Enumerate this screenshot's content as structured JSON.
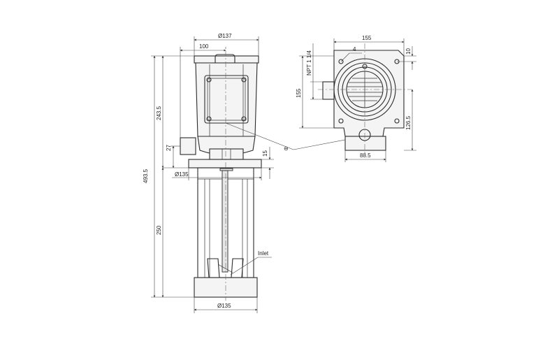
{
  "dimensions": {
    "motor_diameter": "Ø137",
    "motor_offset": "100",
    "base_width": "155",
    "nut_size": "4",
    "bolt_offset": "10",
    "thread": "NPT 1 1/4",
    "front_height": "155",
    "outlet_height": "126.5",
    "foot_width": "88.5",
    "overall_height": "493.5",
    "motor_height": "243.5",
    "outlet_offset": "27",
    "flange_thickness": "15",
    "flange_diameter": "Ø135",
    "immersion_depth": "250",
    "bottom_diameter": "Ø135"
  },
  "labels": {
    "inlet": "Inlet",
    "outlet_marker": "⊖"
  }
}
